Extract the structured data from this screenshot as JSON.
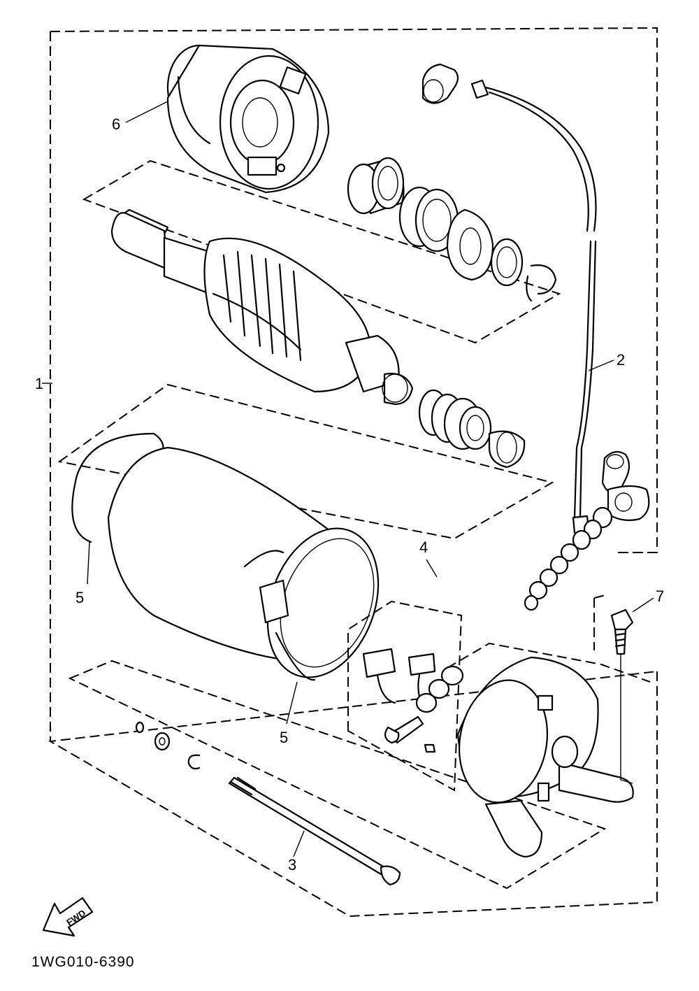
{
  "diagram": {
    "callouts": {
      "c1": "1",
      "c2": "2",
      "c3": "3",
      "c4": "4",
      "c5a": "5",
      "c5b": "5",
      "c6": "6",
      "c7": "7"
    },
    "forward_arrow_label": "FWD",
    "drawing_code": "1WG010-6390"
  }
}
